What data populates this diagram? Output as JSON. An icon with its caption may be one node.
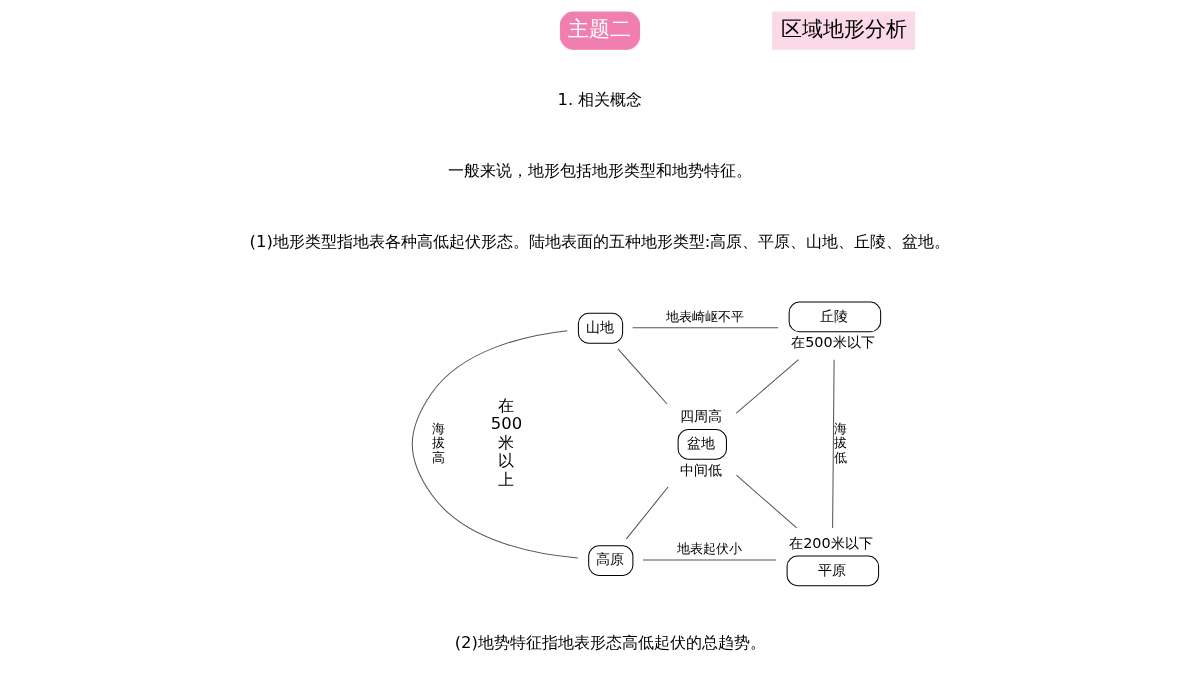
{
  "diagram": {
    "nodes": [
      {
        "text": [
          "山地"
        ]
      },
      {
        "text": [
          "丘陵"
        ],
        "beside": [
          "在500米以下"
        ]
      },
      {
        "text": [
          "盆地"
        ],
        "beside": [
          "四周高",
          "中间低"
        ]
      },
      {
        "text": [
          "高原"
        ]
      },
      {
        "text": [
          "平原"
        ],
        "beside": [
          "在200米以下"
        ]
      }
    ],
    "edges": [
      {
        "from": 0,
        "to": 1,
        "arrow": "none",
        "label": "地表崎岖不平"
      },
      {
        "from": 0,
        "to": 3,
        "arrow": "none",
        "label": "海拔高"
      },
      {
        "from": 1,
        "to": 4,
        "arrow": "none",
        "label": "海拔低"
      },
      {
        "from": 0,
        "to": 2,
        "arrow": "none"
      },
      {
        "from": 1,
        "to": 2,
        "arrow": "none"
      },
      {
        "from": 2,
        "to": 3,
        "arrow": "none"
      },
      {
        "from": 2,
        "to": 4,
        "arrow": "none"
      },
      {
        "from": 3,
        "to": 4,
        "arrow": "none",
        "label": "地表起伏小"
      }
    ],
    "labels": [
      "主题二",
      "区域地形分析",
      "1. 相关概念",
      "一般来说，地形包括地形类型和地势特征。",
      "(1)地形类型指地表各种高低起伏形态。陆地表面的五种地形类型:高原、平原、山地、丘陵、盆地。",
      "在500米以上",
      "(2)地势特征指地表形态高低起伏的总趋势。"
    ]
  }
}
